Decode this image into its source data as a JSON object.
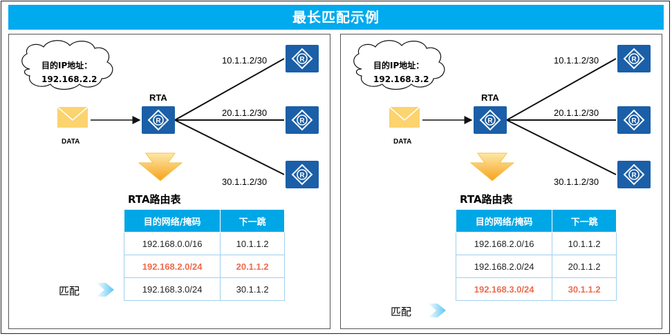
{
  "title": "最长匹配示例",
  "panels": [
    {
      "dest_label": "目的IP地址：",
      "dest_ip": "192.168.2.2",
      "data_label": "DATA",
      "router_label": "RTA",
      "links": [
        "10.1.1.2/30",
        "20.1.1.2/30",
        "30.1.1.2/30"
      ],
      "table_title": "RTA路由表",
      "table_headers": [
        "目的网络/掩码",
        "下一跳"
      ],
      "rows": [
        {
          "dest": "192.168.0.0/16",
          "next": "10.1.1.2",
          "highlight": false
        },
        {
          "dest": "192.168.2.0/24",
          "next": "20.1.1.2",
          "highlight": true
        },
        {
          "dest": "192.168.3.0/24",
          "next": "30.1.1.2",
          "highlight": false
        }
      ],
      "match_label": "匹配",
      "match_row": 1
    },
    {
      "dest_label": "目的IP地址：",
      "dest_ip": "192.168.3.2",
      "data_label": "DATA",
      "router_label": "RTA",
      "links": [
        "10.1.1.2/30",
        "20.1.1.2/30",
        "30.1.1.2/30"
      ],
      "table_title": "RTA路由表",
      "table_headers": [
        "目的网络/掩码",
        "下一跳"
      ],
      "rows": [
        {
          "dest": "192.168.2.0/16",
          "next": "10.1.1.2",
          "highlight": false
        },
        {
          "dest": "192.168.2.0/24",
          "next": "20.1.1.2",
          "highlight": false
        },
        {
          "dest": "192.168.3.0/24",
          "next": "30.1.1.2",
          "highlight": true
        }
      ],
      "match_label": "匹配",
      "match_row": 2
    }
  ],
  "colors": {
    "title_bg": "#00aaee",
    "router_blue": "#1b5fa8",
    "table_header": "#00a7e6",
    "highlight_text": "#ee6b4d",
    "envelope": "#fbd36f",
    "arrow_orange": "#f7a21b"
  },
  "icons": {
    "router": "router-icon",
    "envelope": "envelope-icon",
    "cloud": "cloud-shape",
    "funnel_arrow": "down-arrow-icon",
    "match_arrow": "right-arrow-icon"
  }
}
